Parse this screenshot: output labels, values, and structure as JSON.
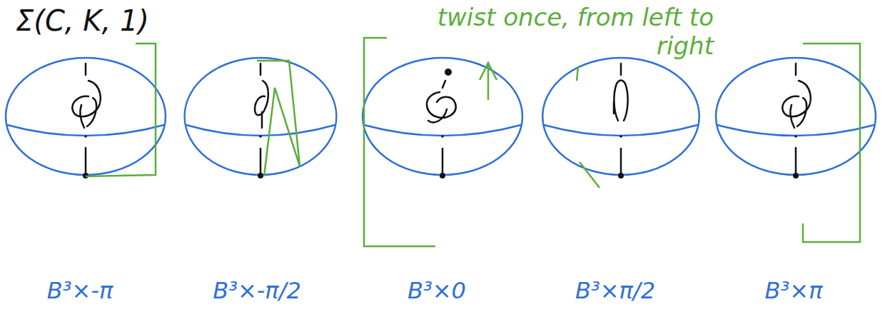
{
  "diagram": {
    "title": "Σ(C, K, 1)",
    "labels": [
      "twist once, from left to right",
      "B³×-π",
      "B³×-π/2",
      "B³×0",
      "B³×π/2",
      "B³×π"
    ]
  }
}
